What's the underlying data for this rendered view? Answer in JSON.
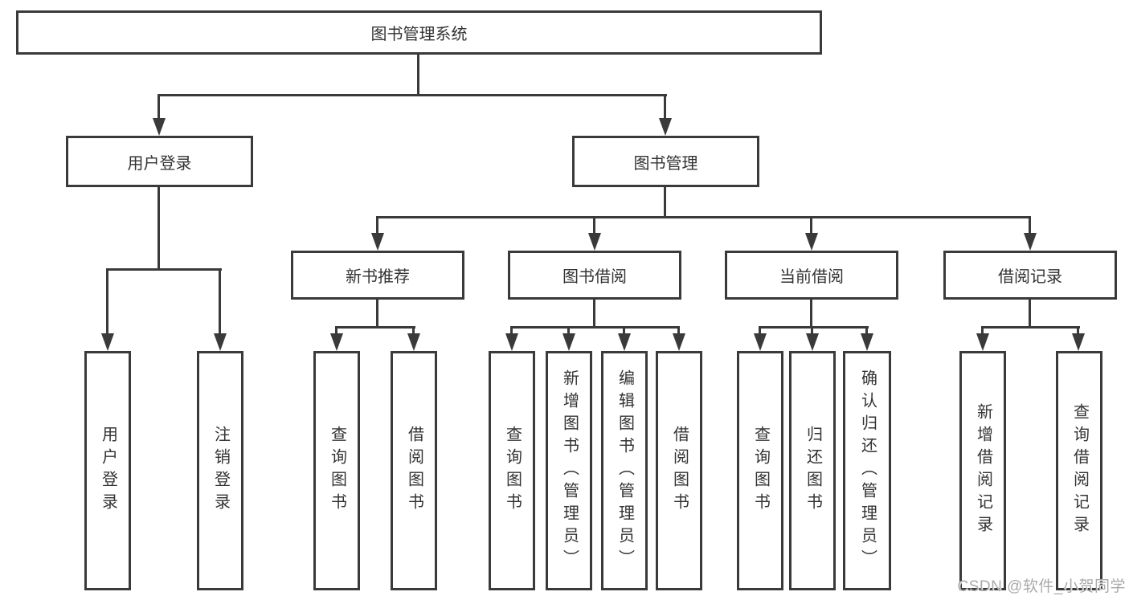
{
  "org_chart": {
    "root": {
      "label": "图书管理系统",
      "children": [
        {
          "label": "用户登录",
          "children": [
            {
              "label": "用户登录"
            },
            {
              "label": "注销登录"
            }
          ]
        },
        {
          "label": "图书管理",
          "children": [
            {
              "label": "新书推荐",
              "children": [
                {
                  "label": "查询图书"
                },
                {
                  "label": "借阅图书"
                }
              ]
            },
            {
              "label": "图书借阅",
              "children": [
                {
                  "label": "查询图书"
                },
                {
                  "label": "新增图书（管理员）"
                },
                {
                  "label": "编辑图书（管理员）"
                },
                {
                  "label": "借阅图书"
                }
              ]
            },
            {
              "label": "当前借阅",
              "children": [
                {
                  "label": "查询图书"
                },
                {
                  "label": "归还图书"
                },
                {
                  "label": "确认归还（管理员）"
                }
              ]
            },
            {
              "label": "借阅记录",
              "children": [
                {
                  "label": "新增借阅记录"
                },
                {
                  "label": "查询借阅记录"
                }
              ]
            }
          ]
        }
      ]
    }
  },
  "watermark": {
    "text": "CSDN @软件_小贺同学"
  },
  "colors": {
    "line": "#3a3a3a",
    "text": "#333333",
    "watermark": "#aaaaaa",
    "background": "#ffffff"
  }
}
